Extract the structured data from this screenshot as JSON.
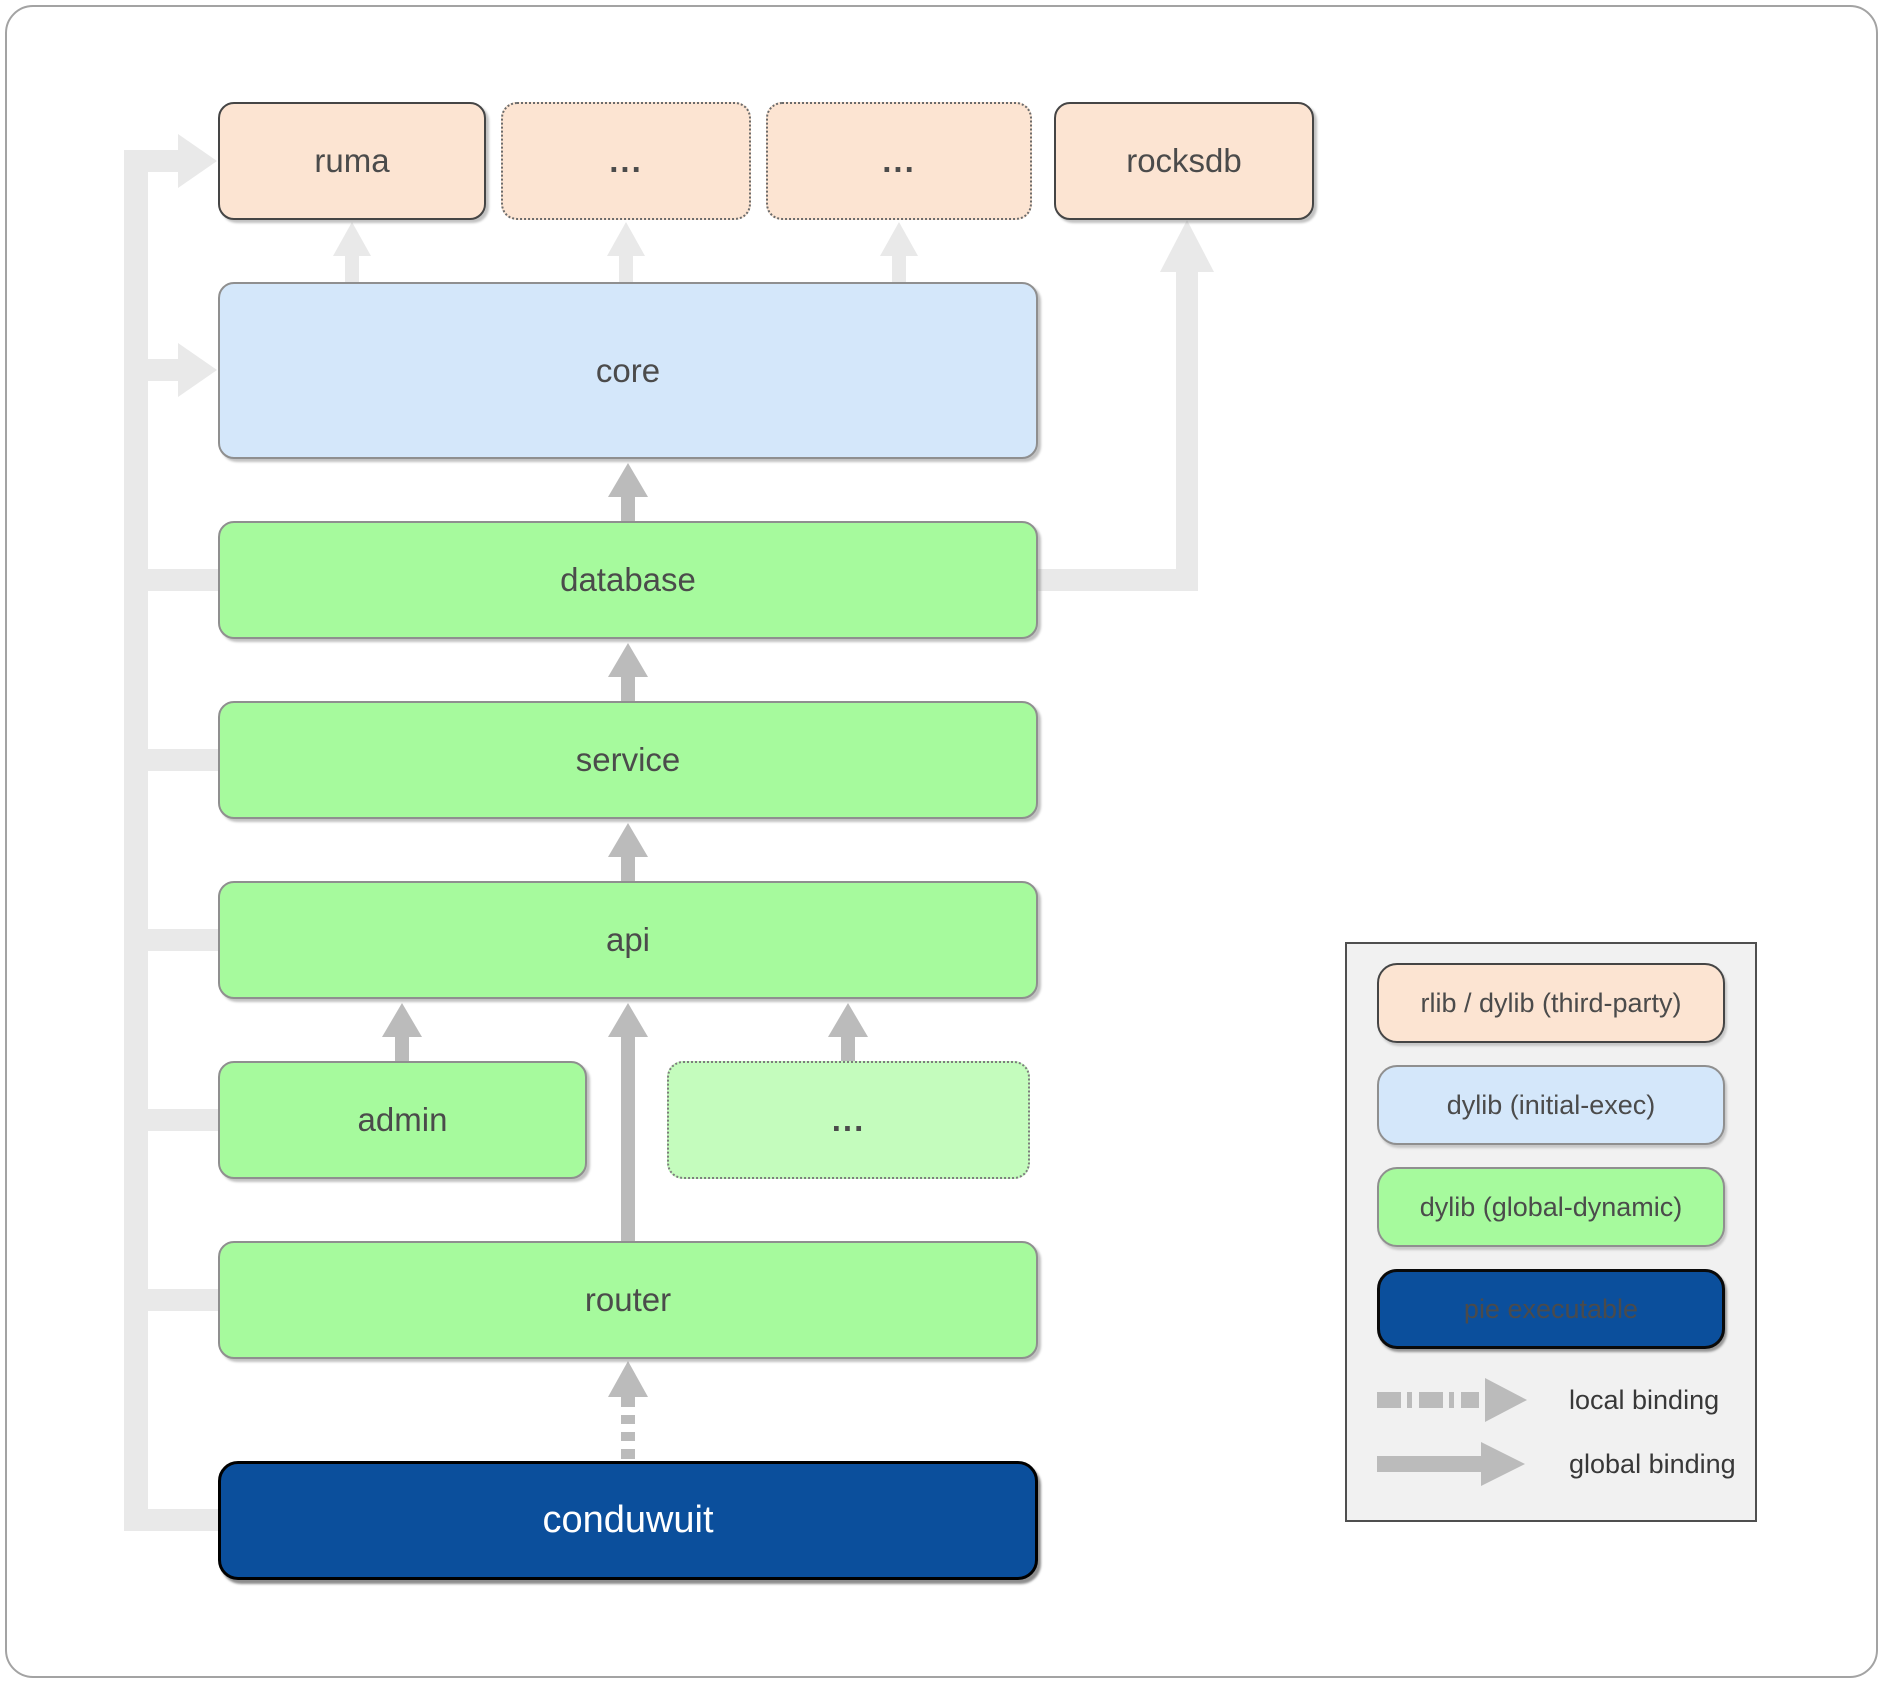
{
  "colors": {
    "peach": "#fce4d2",
    "blue": "#d4e7fa",
    "green": "#a6fa9d",
    "green-light": "#c4fcbd",
    "navy": "#0b4f9c",
    "arrow-light": "#e9e9e9",
    "arrow-dark": "#bbbbbb",
    "legend-bg": "#f1f1f1",
    "text": "#4b4b4b"
  },
  "nodes": {
    "ruma": {
      "label": "ruma"
    },
    "dots1": {
      "label": "..."
    },
    "dots2": {
      "label": "..."
    },
    "rocksdb": {
      "label": "rocksdb"
    },
    "core": {
      "label": "core"
    },
    "database": {
      "label": "database"
    },
    "service": {
      "label": "service"
    },
    "api": {
      "label": "api"
    },
    "admin": {
      "label": "admin"
    },
    "dots3": {
      "label": "..."
    },
    "router": {
      "label": "router"
    },
    "conduwuit": {
      "label": "conduwuit"
    }
  },
  "legend": {
    "items": [
      {
        "label": "rlib / dylib (third-party)"
      },
      {
        "label": "dylib (initial-exec)"
      },
      {
        "label": "dylib (global-dynamic)"
      },
      {
        "label": "pie executable"
      }
    ],
    "bindings": [
      {
        "label": "local binding"
      },
      {
        "label": "global binding"
      }
    ]
  }
}
